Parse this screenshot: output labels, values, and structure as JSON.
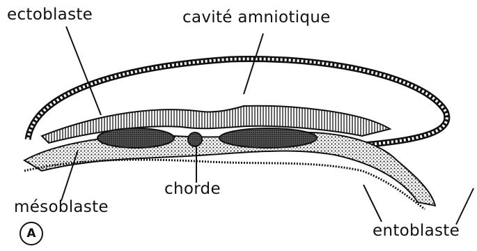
{
  "labels": {
    "ectoblaste": "ectoblaste",
    "cavite": "cavité amniotique",
    "chorde": "chorde",
    "mesoblaste": "mésoblaste",
    "entoblaste": "entoblaste"
  },
  "figure_badge": "A",
  "colors": {
    "ink": "#111111",
    "paper": "#ffffff",
    "tissue": "#d9d9d9"
  }
}
